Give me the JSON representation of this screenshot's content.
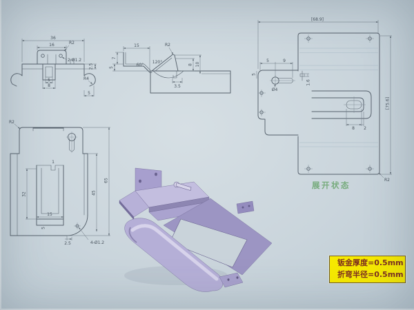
{
  "views": {
    "front": {
      "dims": [
        "36",
        "16",
        "R2",
        "2-Ø1.2",
        "2.5",
        "R4",
        "5",
        "5",
        "8"
      ]
    },
    "side": {
      "dims": [
        "15",
        "7",
        "5",
        "60°",
        "120°",
        "R2",
        "8",
        "10",
        "3.5"
      ]
    },
    "flat": {
      "caption": "展开状态",
      "dims": [
        "[68.9]",
        "[75.6]",
        "5",
        "9",
        "5",
        "Ø4",
        "1.6",
        "8",
        "2",
        "R2"
      ]
    },
    "plan": {
      "dims": [
        "R2",
        "1",
        "32",
        "15",
        "5",
        "2.5",
        "4-Ø1.2",
        "45",
        "65"
      ]
    }
  },
  "note": {
    "lines": [
      "钣金厚度=0.5mm",
      "折弯半径=0.5mm"
    ]
  },
  "colors": {
    "paper": "#cbd5dc",
    "drawing_line": "#55606b",
    "part_lavender": "#a9a2cf",
    "note_bg": "#f7ea00",
    "note_text": "#7d2f1f",
    "caption_green": "#76ab7c"
  }
}
